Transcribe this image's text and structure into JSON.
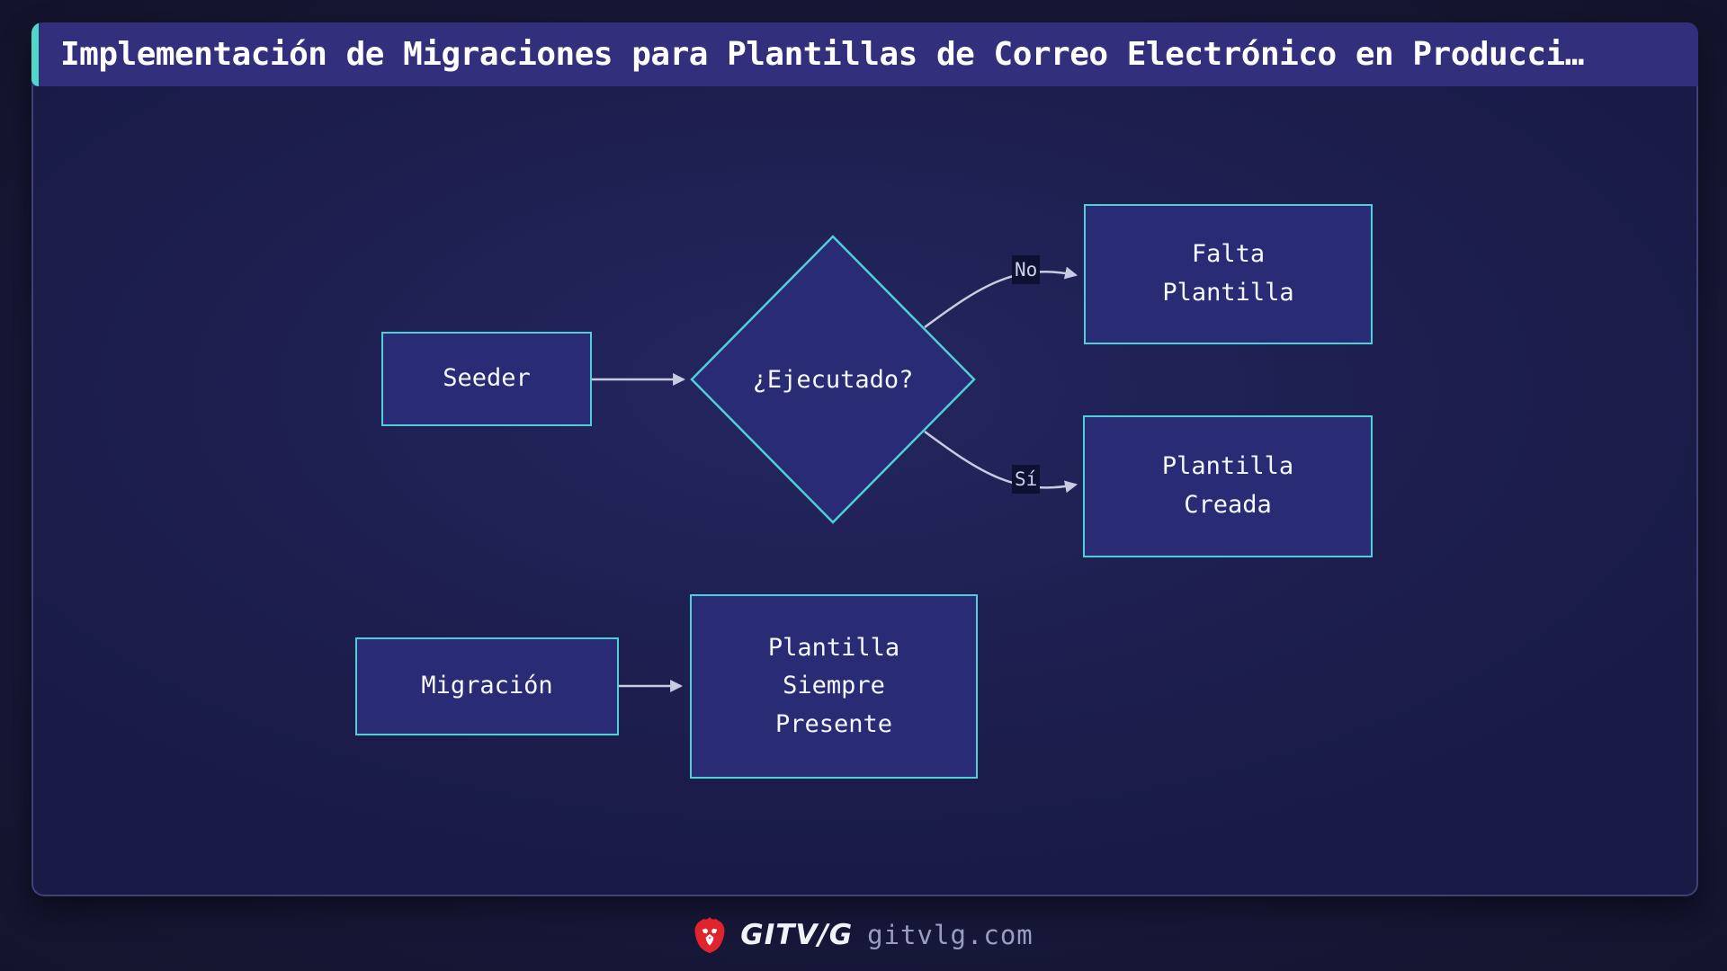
{
  "header": {
    "title": "Implementación de Migraciones para Plantillas de Correo Electrónico en Producci…"
  },
  "flowchart": {
    "nodes": {
      "seeder": {
        "label": "Seeder",
        "shape": "rect"
      },
      "ejecutado": {
        "label": "¿Ejecutado?",
        "shape": "diamond"
      },
      "falta_plantilla": {
        "label": "Falta\nPlantilla",
        "shape": "rect"
      },
      "plantilla_creada": {
        "label": "Plantilla\nCreada",
        "shape": "rect"
      },
      "migracion": {
        "label": "Migración",
        "shape": "rect"
      },
      "plantilla_siempre_presente": {
        "label": "Plantilla\nSiempre\nPresente",
        "shape": "rect"
      }
    },
    "edges": [
      {
        "from": "seeder",
        "to": "ejecutado",
        "label": ""
      },
      {
        "from": "ejecutado",
        "to": "falta_plantilla",
        "label": "No"
      },
      {
        "from": "ejecutado",
        "to": "plantilla_creada",
        "label": "Sí"
      },
      {
        "from": "migracion",
        "to": "plantilla_siempre_presente",
        "label": ""
      }
    ],
    "edge_labels": {
      "no": "No",
      "si": "Sí"
    }
  },
  "footer": {
    "brand": "GITV/G",
    "site": "gitvlg.com",
    "brand_icon": "lion-icon"
  },
  "colors": {
    "page_bg": "#17183a",
    "panel_bg": "#1e1f50",
    "title_bar_bg": "#322f7c",
    "accent_teal": "#4fd8c9",
    "node_fill": "#292b74",
    "node_border": "#4ed0d8",
    "node_text": "#f7f8ff",
    "edge_line": "#c9cbe4",
    "edge_label_bg": "#0e1134",
    "edge_label_text": "#cdd0e6",
    "brand_red": "#e0242e",
    "site_text": "#989ec0"
  }
}
